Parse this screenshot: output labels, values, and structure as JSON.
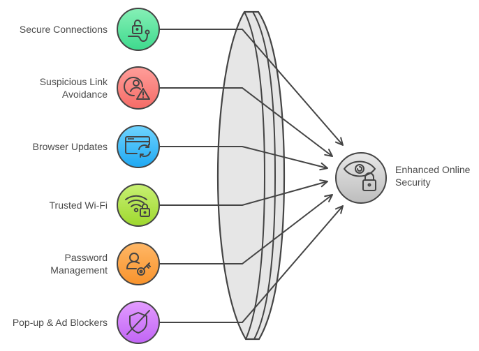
{
  "diagram": {
    "inputs": [
      {
        "label": "Secure Connections",
        "icon": "unlocked-padlock-cable-icon",
        "color_top": "#86f0b6",
        "color_bottom": "#3ed98d"
      },
      {
        "label": "Suspicious Link\nAvoidance",
        "icon": "user-warning-icon",
        "color_top": "#ff9e9a",
        "color_bottom": "#f56b66"
      },
      {
        "label": "Browser Updates",
        "icon": "browser-refresh-icon",
        "color_top": "#6fd4ff",
        "color_bottom": "#1ea8f2"
      },
      {
        "label": "Trusted Wi-Fi",
        "icon": "wifi-lock-icon",
        "color_top": "#c8f073",
        "color_bottom": "#9ed82e"
      },
      {
        "label": "Password\nManagement",
        "icon": "user-key-icon",
        "color_top": "#ffb766",
        "color_bottom": "#f8932c"
      },
      {
        "label": "Pop-up & Ad Blockers",
        "icon": "shield-slash-icon",
        "color_top": "#e39cff",
        "color_bottom": "#c165f5"
      }
    ],
    "target": {
      "label": "Enhanced Online\nSecurity",
      "icon": "eye-lock-icon",
      "color_top": "#e8e8e8",
      "color_bottom": "#bdbdbd"
    },
    "lens_color": "#e6e6e6",
    "stroke_color": "#444444"
  }
}
